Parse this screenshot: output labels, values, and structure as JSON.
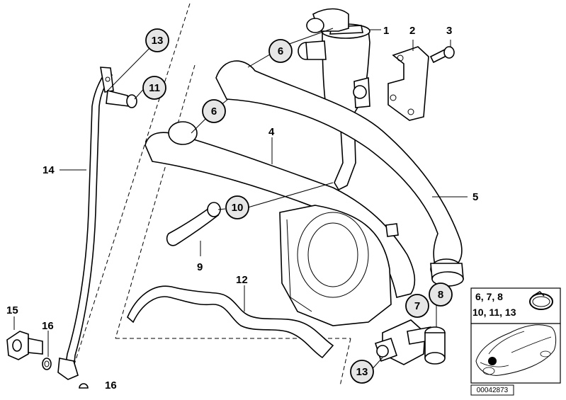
{
  "labels": {
    "l1": "1",
    "l2": "2",
    "l3": "3",
    "l4": "4",
    "l5": "5",
    "l9": "9",
    "l12": "12",
    "l14": "14",
    "l15": "15",
    "l16a": "16",
    "l16b": "16"
  },
  "callouts": {
    "c13a": "13",
    "c6a": "6",
    "c11": "11",
    "c6b": "6",
    "c10": "10",
    "c7": "7",
    "c8": "8",
    "c13b": "13"
  },
  "inset": {
    "line1": "6, 7, 8",
    "line2": "10, 11, 13"
  },
  "reference_number": "00042873"
}
